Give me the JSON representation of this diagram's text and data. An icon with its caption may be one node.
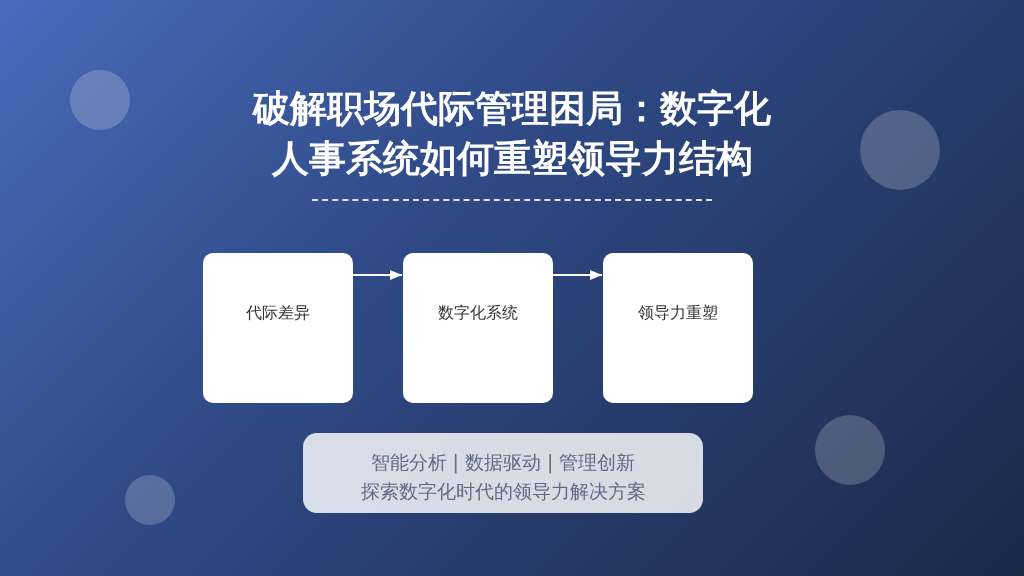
{
  "diagram": {
    "title": "破解职场代际管理困局：数字化人事系统如何重塑领导力结构",
    "nodes": [
      {
        "text": [
          "代际差异"
        ]
      },
      {
        "text": [
          "数字化系统"
        ]
      },
      {
        "text": [
          "领导力重塑"
        ]
      },
      {
        "text": [
          "智能分析 | 数据驱动 | 管理创新",
          "探索数字化时代的领导力解决方案"
        ]
      }
    ],
    "edges": [
      {
        "from": 0,
        "to": 1,
        "arrow": "to"
      },
      {
        "from": 1,
        "to": 2,
        "arrow": "to"
      }
    ]
  }
}
